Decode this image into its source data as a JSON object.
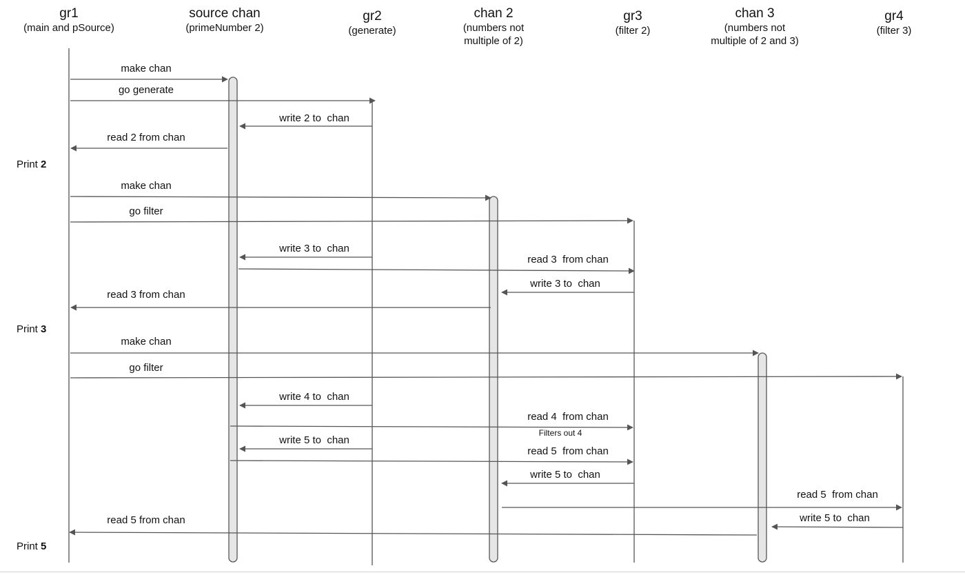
{
  "participants": [
    {
      "key": "gr1",
      "title": "gr1",
      "subtitle": "(main and pSource)"
    },
    {
      "key": "source",
      "title": "source chan",
      "subtitle": "(primeNumber 2)"
    },
    {
      "key": "gr2",
      "title": "gr2",
      "subtitle": "(generate)"
    },
    {
      "key": "chan2",
      "title": "chan 2",
      "subtitle": "(numbers not\nmultiple of 2)"
    },
    {
      "key": "gr3",
      "title": "gr3",
      "subtitle": "(filter 2)"
    },
    {
      "key": "chan3",
      "title": "chan 3",
      "subtitle": "(numbers not\nmultiple of 2 and 3)"
    },
    {
      "key": "gr4",
      "title": "gr4",
      "subtitle": "(filter 3)"
    }
  ],
  "messages": [
    {
      "label": "make chan"
    },
    {
      "label": "go generate"
    },
    {
      "label": "write 2 to  chan"
    },
    {
      "label": "read 2 from chan"
    },
    {
      "label": "make chan"
    },
    {
      "label": "go filter"
    },
    {
      "label": "write 3 to  chan"
    },
    {
      "label": "read 3  from chan"
    },
    {
      "label": "write 3 to  chan"
    },
    {
      "label": "read 3 from chan"
    },
    {
      "label": "make chan"
    },
    {
      "label": "go filter"
    },
    {
      "label": "write 4 to  chan"
    },
    {
      "label": "read 4  from chan"
    },
    {
      "label": "write 5 to  chan"
    },
    {
      "label": "read 5  from chan"
    },
    {
      "label": "write 5 to  chan"
    },
    {
      "label": "read 5  from chan"
    },
    {
      "label": "write 5 to  chan"
    },
    {
      "label": "read 5 from chan"
    }
  ],
  "annotations": [
    {
      "text": "Filters out 4"
    }
  ],
  "prints": [
    {
      "prefix": "Print ",
      "value": "2"
    },
    {
      "prefix": "Print ",
      "value": "3"
    },
    {
      "prefix": "Print ",
      "value": "5"
    }
  ]
}
